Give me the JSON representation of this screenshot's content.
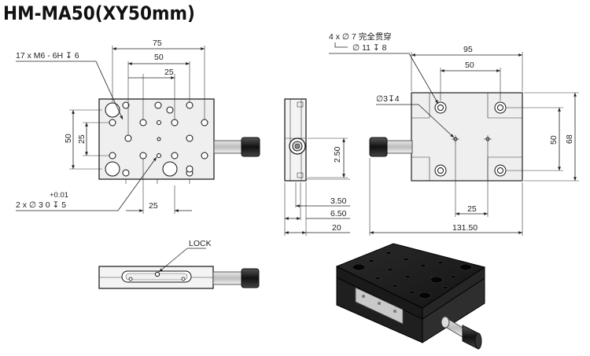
{
  "title": "HM-MA50(XY50mm)",
  "top_view": {
    "dim_75": "75",
    "dim_50": "50",
    "dim_25": "25",
    "dim_left_50": "50",
    "dim_left_25": "25",
    "dim_bottom_25": "25",
    "callout_tapped_holes": "17 x  M6 - 6H ↧ 6",
    "callout_pin_holes_main": "2 x ∅ 3   0     ↧ 5",
    "callout_pin_tolerance": "+0.01"
  },
  "side_view": {
    "dim_2_50": "2.50",
    "dim_3_50": "3.50",
    "dim_6_50": "6.50",
    "dim_20": "20"
  },
  "bottom_view": {
    "callout_counterbore_1": "4 x ∅ 7 完全贯穿",
    "callout_counterbore_2": "∅ 11 ↧ 8",
    "callout_center_hole": "∅3↧4",
    "dim_95": "95",
    "dim_50": "50",
    "dim_68": "68",
    "dim_right_50": "50",
    "dim_bottom_25": "25",
    "dim_131_50": "131.50"
  },
  "front_view": {
    "lock_label": "LOCK"
  }
}
